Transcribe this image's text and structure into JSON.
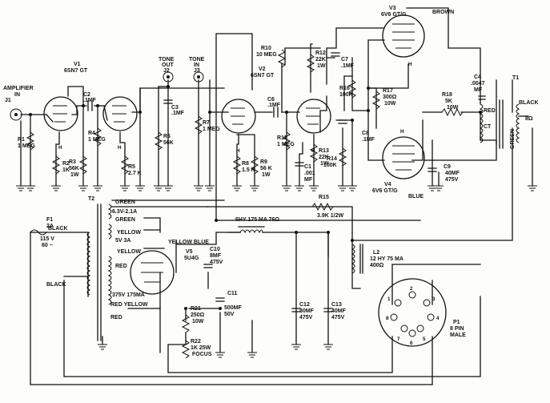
{
  "connectors": {
    "j1": {
      "ref": "J1",
      "l1": "AMPLIFIER",
      "l2": "IN"
    },
    "j2": {
      "ref": "J2",
      "l1": "TONE",
      "l2": "OUT"
    },
    "j3": {
      "ref": "J3",
      "l1": "TONE",
      "l2": "IN"
    }
  },
  "tubes": {
    "v1": {
      "ref": "V1",
      "type": "6SN7 GT"
    },
    "v2": {
      "ref": "V2",
      "type": "6SN7 GT"
    },
    "v3": {
      "ref": "V3",
      "type": "6V6 GT/G",
      "lead": "BROWN"
    },
    "v4": {
      "ref": "V4",
      "type": "6V6 GT/G",
      "lead": "BLUE"
    },
    "v5": {
      "ref": "V5",
      "type": "5U4G"
    }
  },
  "resistors": {
    "r1": {
      "ref": "R1",
      "value": "1 MEG"
    },
    "r2": {
      "ref": "R2",
      "value": "1K"
    },
    "r3": {
      "ref": "R3",
      "value": "56K",
      "rating": "1W"
    },
    "r4": {
      "ref": "R4",
      "value": "1 MEG"
    },
    "r5": {
      "ref": "R5",
      "value": "2.7 K"
    },
    "r6": {
      "ref": "R6",
      "value": "56K"
    },
    "r7": {
      "ref": "R7",
      "value": "1 MEG"
    },
    "r8": {
      "ref": "R8",
      "value": "1.5 K"
    },
    "r9": {
      "ref": "R9",
      "value": "56 K",
      "rating": "1W"
    },
    "r10": {
      "ref": "R10",
      "value": "10 MEG"
    },
    "r11": {
      "ref": "R11",
      "value": "1 MEG"
    },
    "r12": {
      "ref": "R12",
      "value": "22K",
      "rating": "1W"
    },
    "r13": {
      "ref": "R13",
      "value": "22K",
      "rating": "1W"
    },
    "r14": {
      "ref": "R14",
      "value": "100K"
    },
    "r15": {
      "ref": "R15",
      "value": "3.9K 1/2W"
    },
    "r16": {
      "ref": "R16",
      "value": "100K"
    },
    "r17": {
      "ref": "R17",
      "value": "300Ω",
      "rating": "10W"
    },
    "r18": {
      "ref": "R18",
      "value": "5K",
      "rating": "10W"
    },
    "r21": {
      "ref": "R21",
      "value": "250Ω",
      "rating": "10W"
    },
    "r22": {
      "ref": "R22",
      "value": "1K 25W",
      "note": "FOCUS"
    }
  },
  "capacitors": {
    "c1": {
      "ref": "C1",
      "value": ".001",
      "unit": "MF"
    },
    "c2": {
      "ref": "C2",
      "value": ".1MF"
    },
    "c3": {
      "ref": "C3",
      "value": ".1MF"
    },
    "c4": {
      "ref": "C4",
      "value": ".0047",
      "unit": "MF"
    },
    "c6": {
      "ref": "C6",
      "value": ".1MF"
    },
    "c7": {
      "ref": "C7",
      "value": ".1MF"
    },
    "c8": {
      "ref": "C8",
      "value": ".1MF"
    },
    "c9": {
      "ref": "C9",
      "value": "40MF",
      "rating": "475V"
    },
    "c10": {
      "ref": "C10",
      "value": "8MF",
      "rating": "475V"
    },
    "c11": {
      "ref": "C11",
      "value": "500MF",
      "rating": "50V"
    },
    "c12": {
      "ref": "C12",
      "value": "80MF",
      "rating": "475V"
    },
    "c13": {
      "ref": "C13",
      "value": "40MF",
      "rating": "475V"
    }
  },
  "transformers": {
    "t1": {
      "ref": "T1",
      "red": "RED",
      "black": "BLACK",
      "green": "GREEN",
      "ohms": "8Ω",
      "ct": "CT"
    },
    "t2": {
      "ref": "T2",
      "green1": "GREEN",
      "v63": "6.3V-2.1A",
      "green2": "GREEN",
      "yellow1": "YELLOW",
      "v5": "5V 3A",
      "yellow2": "YELLOW",
      "yellowblue": "YELLOW BLUE",
      "red1": "RED",
      "hv": "375V 175MA",
      "redyellow": "RED YELLOW",
      "red2": "RED",
      "black1": "BLACK",
      "black2": "BLACK"
    }
  },
  "chokes": {
    "choke1": {
      "label": "6HY 175 MA 76Ω"
    },
    "l2": {
      "ref": "L2",
      "value": "12 HY 75 MA",
      "dcr": "400Ω"
    }
  },
  "fuse": {
    "ref": "F1",
    "value": "2A"
  },
  "mains": {
    "voltage": "115 V",
    "freq": "60 ~"
  },
  "plug": {
    "ref": "P1",
    "l1": "8 PIN",
    "l2": "MALE",
    "pins": [
      "1",
      "2",
      "3",
      "4",
      "5",
      "6",
      "7",
      "8"
    ]
  },
  "heater_marks": {
    "h": "H"
  }
}
